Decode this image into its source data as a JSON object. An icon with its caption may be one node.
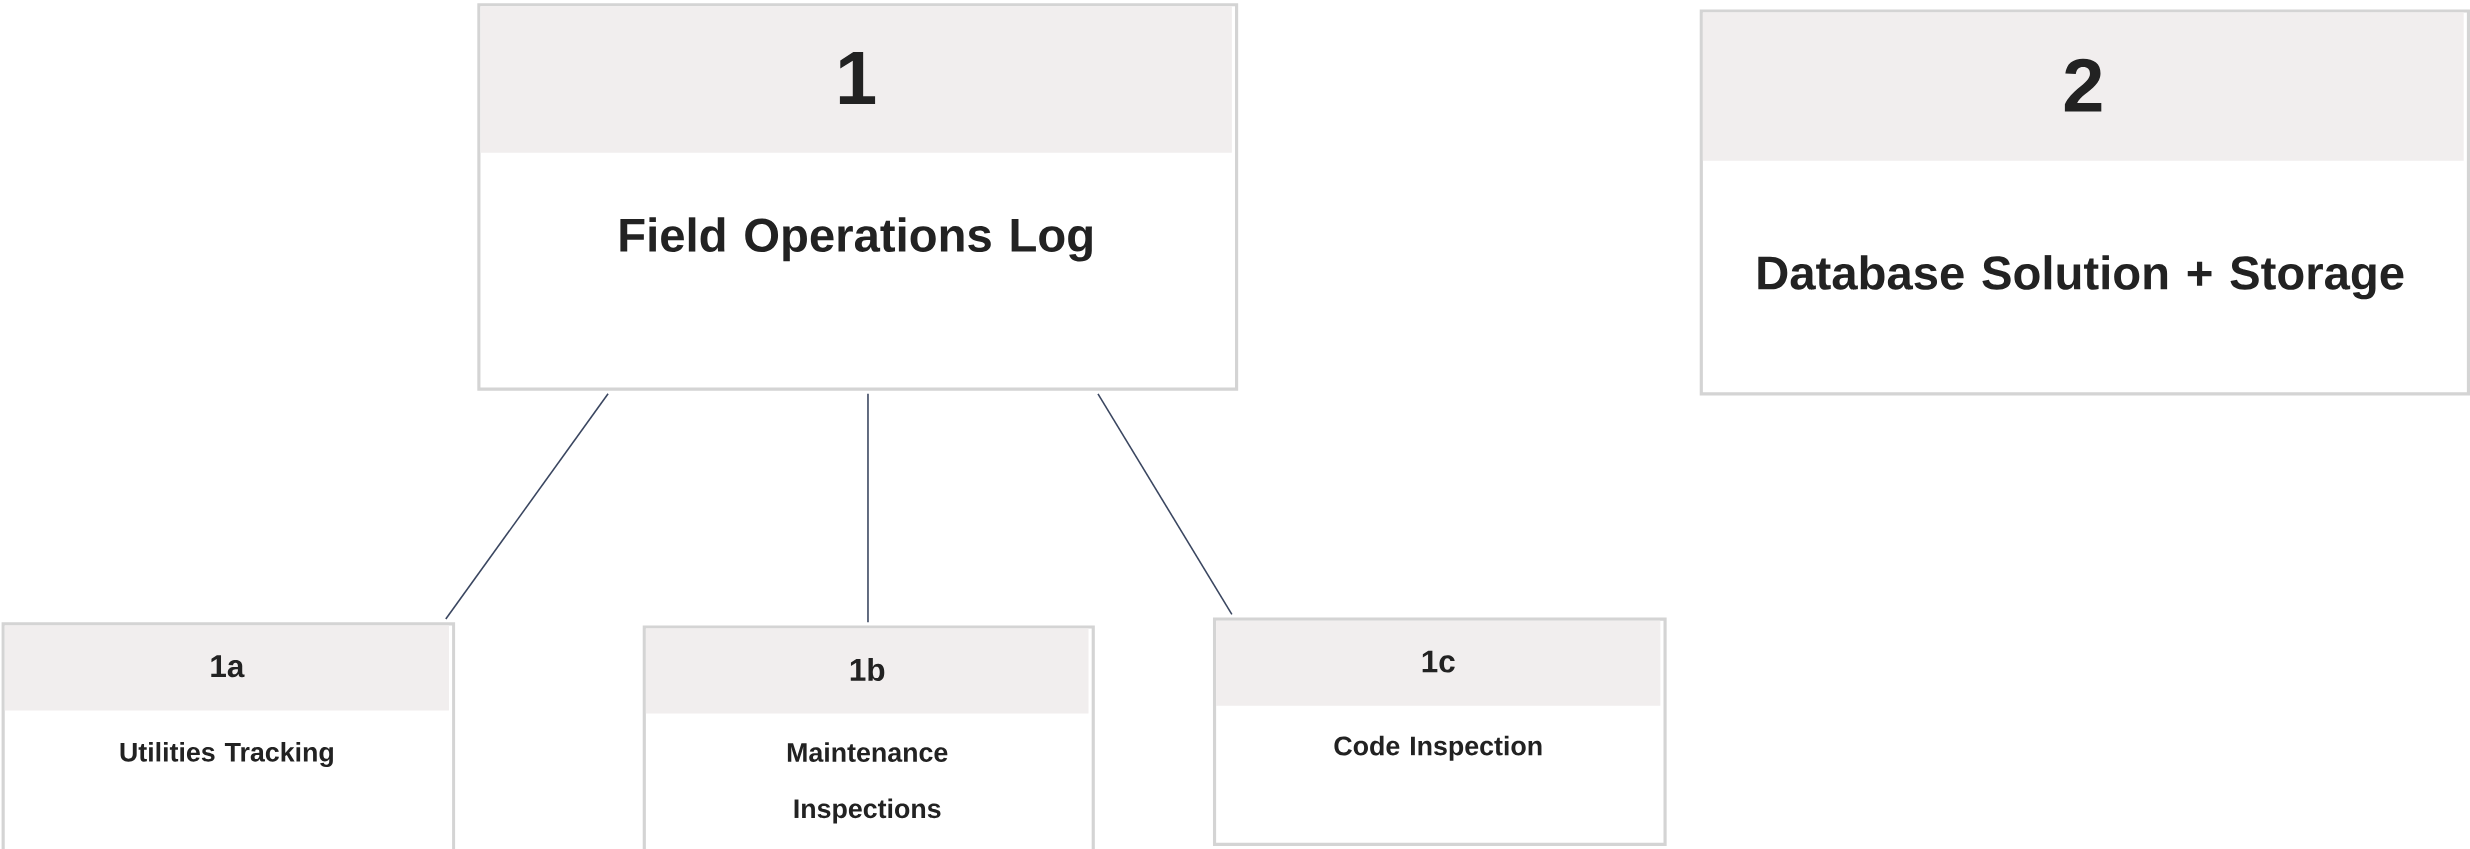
{
  "diagram": {
    "nodes": [
      {
        "text": [
          "1",
          "Field Operations Log"
        ]
      },
      {
        "text": [
          "2",
          "Database Solution + Storage"
        ]
      },
      {
        "text": [
          "1a",
          "Utilities Tracking"
        ]
      },
      {
        "text": [
          "1b",
          "Maintenance Inspections"
        ]
      },
      {
        "text": [
          "1c",
          "Code Inspection"
        ]
      }
    ],
    "edges": [
      {
        "from": 0,
        "to": 2,
        "arrow": "none"
      },
      {
        "from": 0,
        "to": 3,
        "arrow": "none"
      },
      {
        "from": 0,
        "to": 4,
        "arrow": "none"
      }
    ]
  }
}
